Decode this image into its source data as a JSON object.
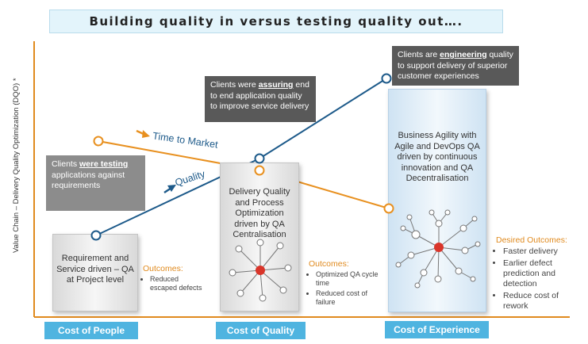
{
  "title": "Building quality in versus testing quality out….",
  "ylabel": "Value Chain – Delivery Quality Optimization (DQO) *",
  "categories": [
    "Cost of People",
    "Cost of Quality",
    "Cost of Experience"
  ],
  "cards": [
    "Requirement and Service driven – QA at Project level",
    "Delivery Quality and Process Optimization driven by QA Centralisation",
    "Business Agility with Agile and DevOps QA driven by continuous innovation and QA Decentralisation"
  ],
  "callouts": [
    {
      "pre": "Clients ",
      "em": "were testing",
      "post": " applications against requirements"
    },
    {
      "pre": "Clients were ",
      "em": "assuring",
      "post": " end to end application quality to improve service delivery"
    },
    {
      "pre": "Clients are ",
      "em": "engineering",
      "post": " quality to support delivery of superior customer experiences"
    }
  ],
  "outcomes": [
    {
      "head": "Outcomes",
      "items": [
        "Reduced escaped defects"
      ]
    },
    {
      "head": "Outcomes",
      "items": [
        "Optimized QA cycle time",
        "Reduced cost of failure"
      ]
    },
    {
      "head": "Desired Outcomes",
      "items": [
        "Faster delivery",
        "Earlier defect prediction and detection",
        "Reduce cost of rework"
      ]
    }
  ],
  "lines": {
    "time_to_market": "Time to Market",
    "quality": "Quality"
  },
  "colors": {
    "quality_line": "#1d5a8a",
    "ttm_line": "#e8901f",
    "category_bg": "#4fb4e0",
    "hub": "#d9352a"
  }
}
